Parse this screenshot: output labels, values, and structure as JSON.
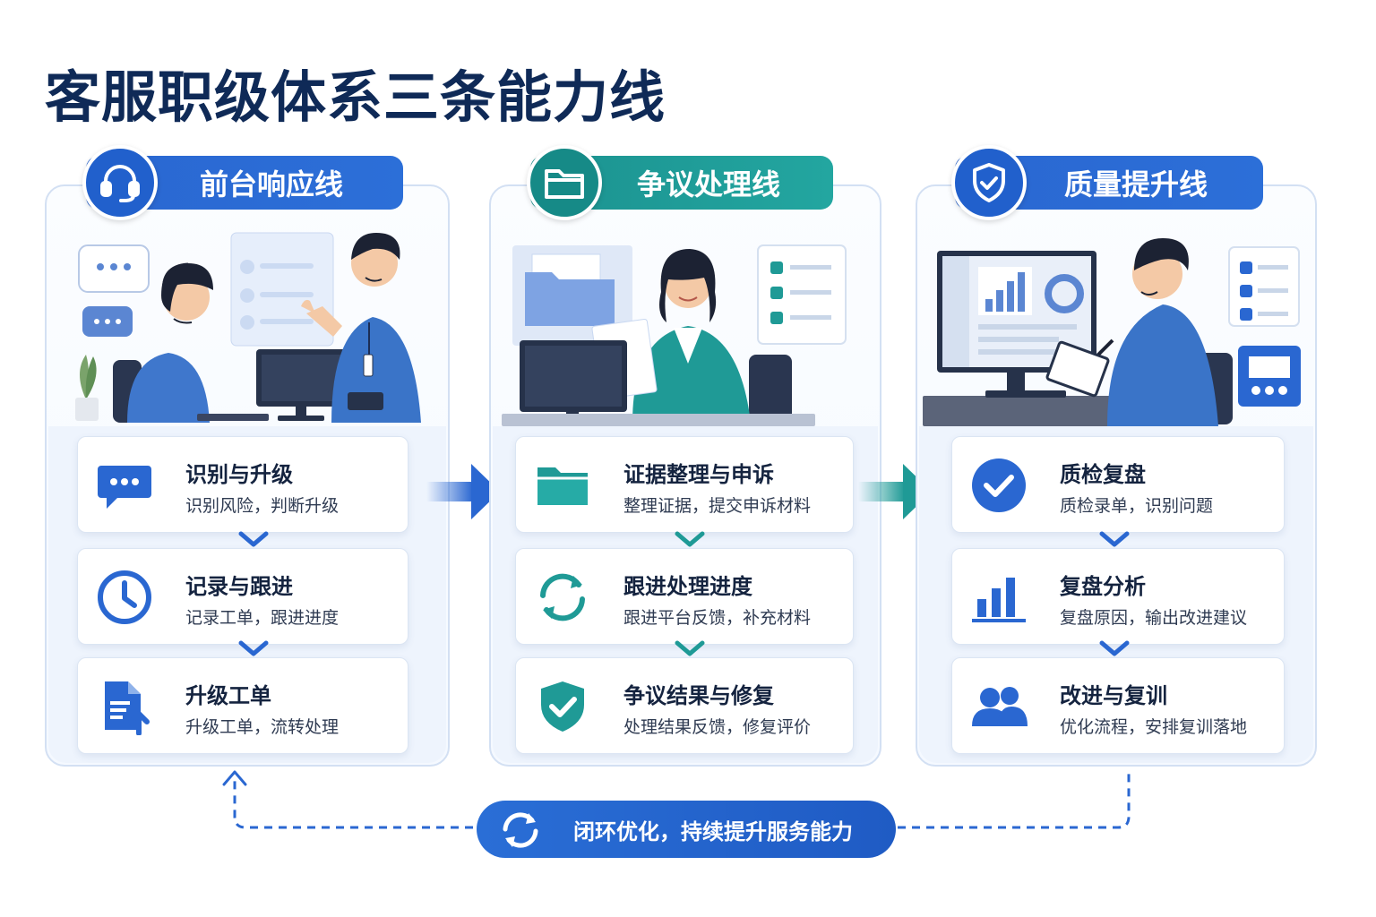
{
  "title": "客服职级体系三条能力线",
  "colors": {
    "blue": "#2a67d1",
    "teal": "#1f9a96",
    "navy": "#0f2a57"
  },
  "lines": [
    {
      "name": "前台响应线",
      "icon": "headset-icon",
      "steps": [
        {
          "title": "识别与升级",
          "desc": "识别风险，判断升级",
          "icon": "chat-icon"
        },
        {
          "title": "记录与跟进",
          "desc": "记录工单，跟进进度",
          "icon": "clock-icon"
        },
        {
          "title": "升级工单",
          "desc": "升级工单，流转处理",
          "icon": "document-upload-icon"
        }
      ]
    },
    {
      "name": "争议处理线",
      "icon": "folder-icon",
      "steps": [
        {
          "title": "证据整理与申诉",
          "desc": "整理证据，提交申诉材料",
          "icon": "folder-icon"
        },
        {
          "title": "跟进处理进度",
          "desc": "跟进平台反馈，补充材料",
          "icon": "refresh-icon"
        },
        {
          "title": "争议结果与修复",
          "desc": "处理结果反馈，修复评价",
          "icon": "shield-check-icon"
        }
      ]
    },
    {
      "name": "质量提升线",
      "icon": "shield-check-icon",
      "steps": [
        {
          "title": "质检复盘",
          "desc": "质检录单，识别问题",
          "icon": "check-circle-icon"
        },
        {
          "title": "复盘分析",
          "desc": "复盘原因，输出改进建议",
          "icon": "bar-chart-icon"
        },
        {
          "title": "改进与复训",
          "desc": "优化流程，安排复训落地",
          "icon": "users-icon"
        }
      ]
    }
  ],
  "loop_label": "闭环优化，持续提升服务能力"
}
